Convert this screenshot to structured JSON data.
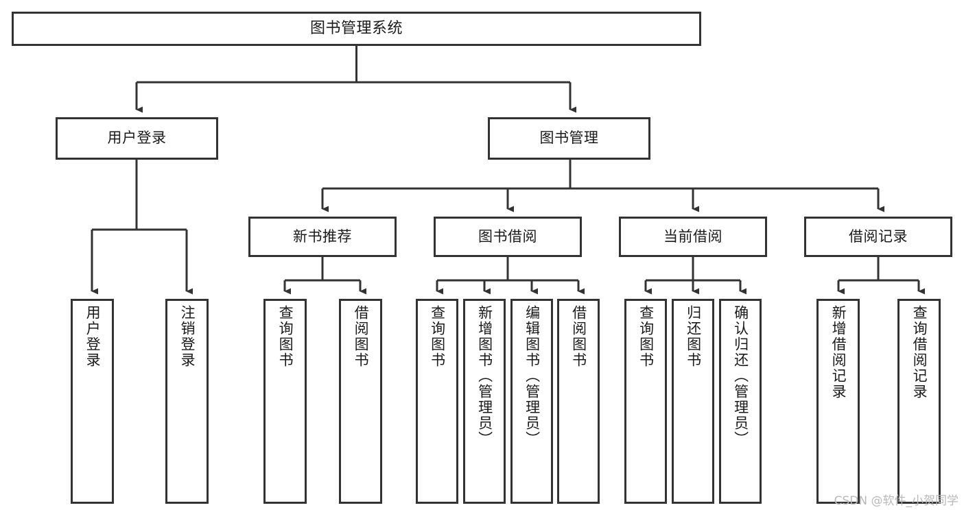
{
  "diagram": {
    "title": "图书管理系统",
    "watermark": "CSDN @软件_小贺同学",
    "stroke_color": "#333333",
    "fill_color": "#ffffff",
    "text_color": "#1a1a1a",
    "watermark_color": "#b8b8b8"
  },
  "nodes": {
    "root": {
      "label": "图书管理系统"
    },
    "level2": [
      {
        "label": "用户登录"
      },
      {
        "label": "图书管理"
      }
    ],
    "level3": [
      {
        "label": "新书推荐"
      },
      {
        "label": "图书借阅"
      },
      {
        "label": "当前借阅"
      },
      {
        "label": "借阅记录"
      }
    ],
    "leaves_user_login": [
      {
        "label": "用户登录"
      },
      {
        "label": "注销登录"
      }
    ],
    "leaves_new_book": [
      {
        "label": "查询图书"
      },
      {
        "label": "借阅图书"
      }
    ],
    "leaves_borrow": [
      {
        "label": "查询图书"
      },
      {
        "label": "新增图书（管理员）"
      },
      {
        "label": "编辑图书（管理员）"
      },
      {
        "label": "借阅图书"
      }
    ],
    "leaves_current": [
      {
        "label": "查询图书"
      },
      {
        "label": "归还图书"
      },
      {
        "label": "确认归还（管理员）"
      }
    ],
    "leaves_records": [
      {
        "label": "新增借阅记录"
      },
      {
        "label": "查询借阅记录"
      }
    ]
  }
}
